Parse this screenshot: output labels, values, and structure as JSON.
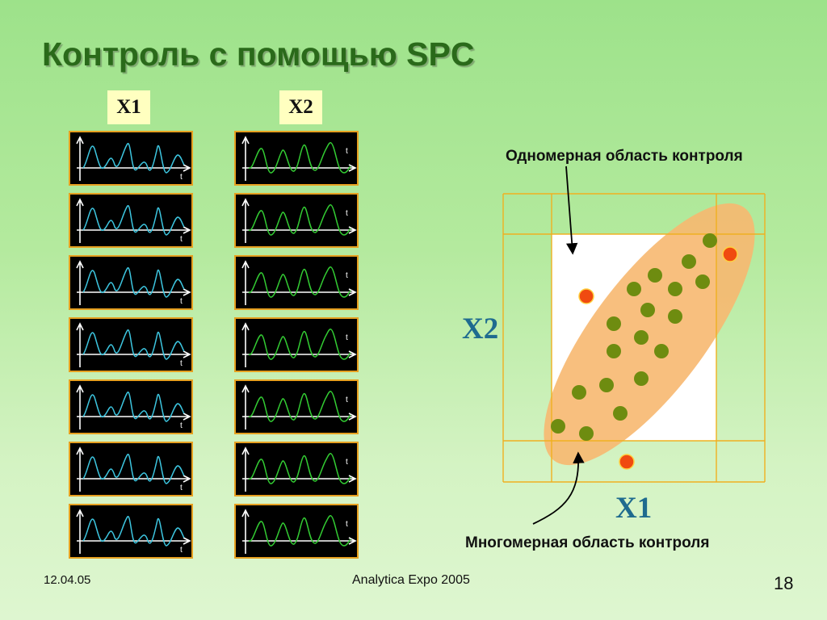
{
  "title": "Контроль с помощью SPC",
  "columns": [
    {
      "label": "X1",
      "color": "#3dc6e0"
    },
    {
      "label": "X2",
      "color": "#33cc33"
    }
  ],
  "strip_count": 7,
  "time_label": "t",
  "annotations": {
    "univariate": "Одномерная область контроля",
    "multivariate": "Многомерная область контроля"
  },
  "axis_labels": {
    "x": "X1",
    "y": "X2"
  },
  "colors": {
    "in_control": "#6e8c10",
    "out_of_control": "#f04a10",
    "ellipse": "#f7b870",
    "grid": "#f0b020"
  },
  "footer": {
    "date": "12.04.05",
    "center": "Analytica Expo 2005",
    "page": "18"
  }
}
